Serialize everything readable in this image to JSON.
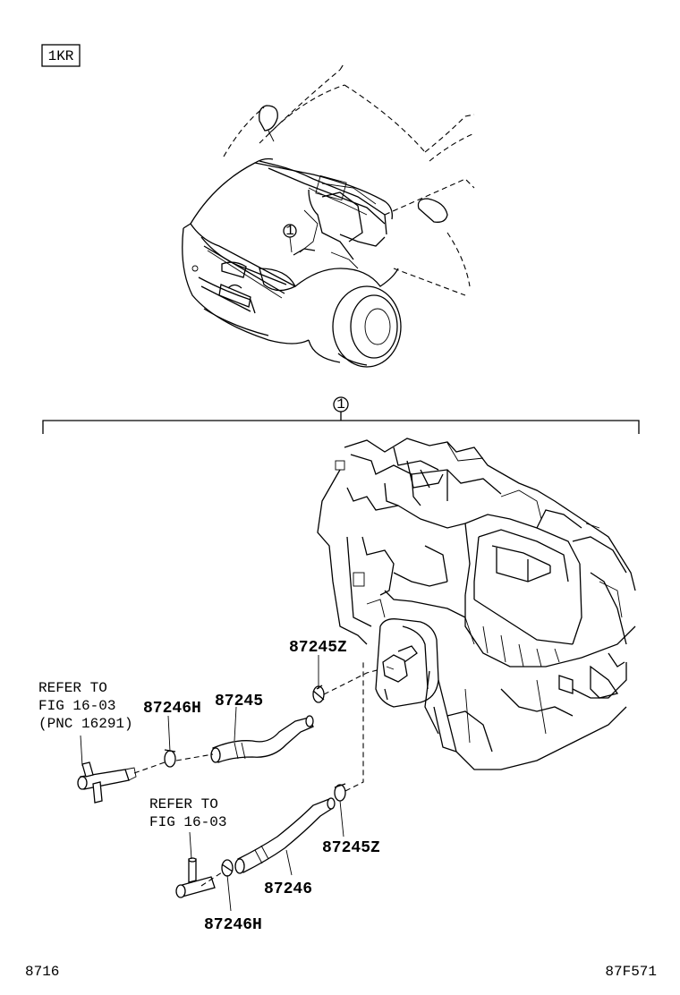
{
  "header": {
    "engine_code": "1KR"
  },
  "callouts": {
    "ref_mark": "1"
  },
  "labels": {
    "refer1_line1": "REFER TO",
    "refer1_line2": "FIG 16-03",
    "refer1_line3": "(PNC 16291)",
    "refer2_line1": "REFER TO",
    "refer2_line2": "FIG 16-03"
  },
  "parts": {
    "p87245z_top": "87245Z",
    "p87246h_top": "87246H",
    "p87245": "87245",
    "p87245z_bottom": "87245Z",
    "p87246": "87246",
    "p87246h_bottom": "87246H"
  },
  "footer": {
    "left_code": "8716",
    "right_code": "87F571"
  }
}
